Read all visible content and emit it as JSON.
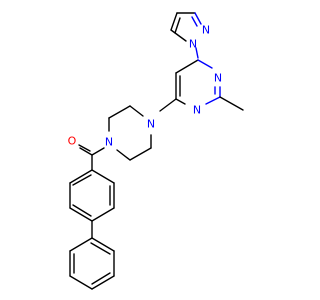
{
  "atoms": {
    "pyrazole_n1": {
      "symbol": "N",
      "color": "#0000ff"
    },
    "pyrazole_n2": {
      "symbol": "N",
      "color": "#0000ff"
    },
    "pyrimidine_n1": {
      "symbol": "N",
      "color": "#0000ff"
    },
    "pyrimidine_n3": {
      "symbol": "N",
      "color": "#0000ff"
    },
    "piperazine_n1": {
      "symbol": "N",
      "color": "#0000ff"
    },
    "piperazine_n4": {
      "symbol": "N",
      "color": "#0000ff"
    },
    "carbonyl_o": {
      "symbol": "O",
      "color": "#ff0000"
    }
  },
  "colors": {
    "bond": "#000000",
    "nitrogen": "#0000ff",
    "oxygen": "#ff0000",
    "background": "#ffffff"
  }
}
